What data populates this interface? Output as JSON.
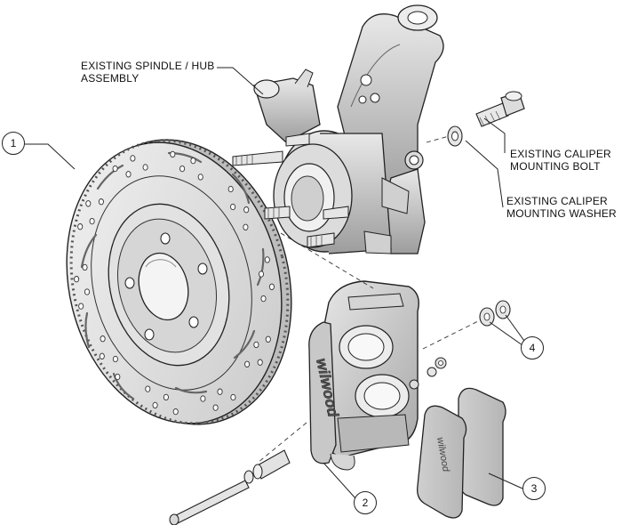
{
  "labels": {
    "spindle_line1": "EXISTING SPINDLE / HUB",
    "spindle_line2": "ASSEMBLY",
    "bolt_line1": "EXISTING CALIPER",
    "bolt_line2": "MOUNTING BOLT",
    "washer_line1": "EXISTING CALIPER",
    "washer_line2": "MOUNTING WASHER"
  },
  "callouts": [
    "1",
    "2",
    "3",
    "4"
  ],
  "brand_text": "wilwood"
}
